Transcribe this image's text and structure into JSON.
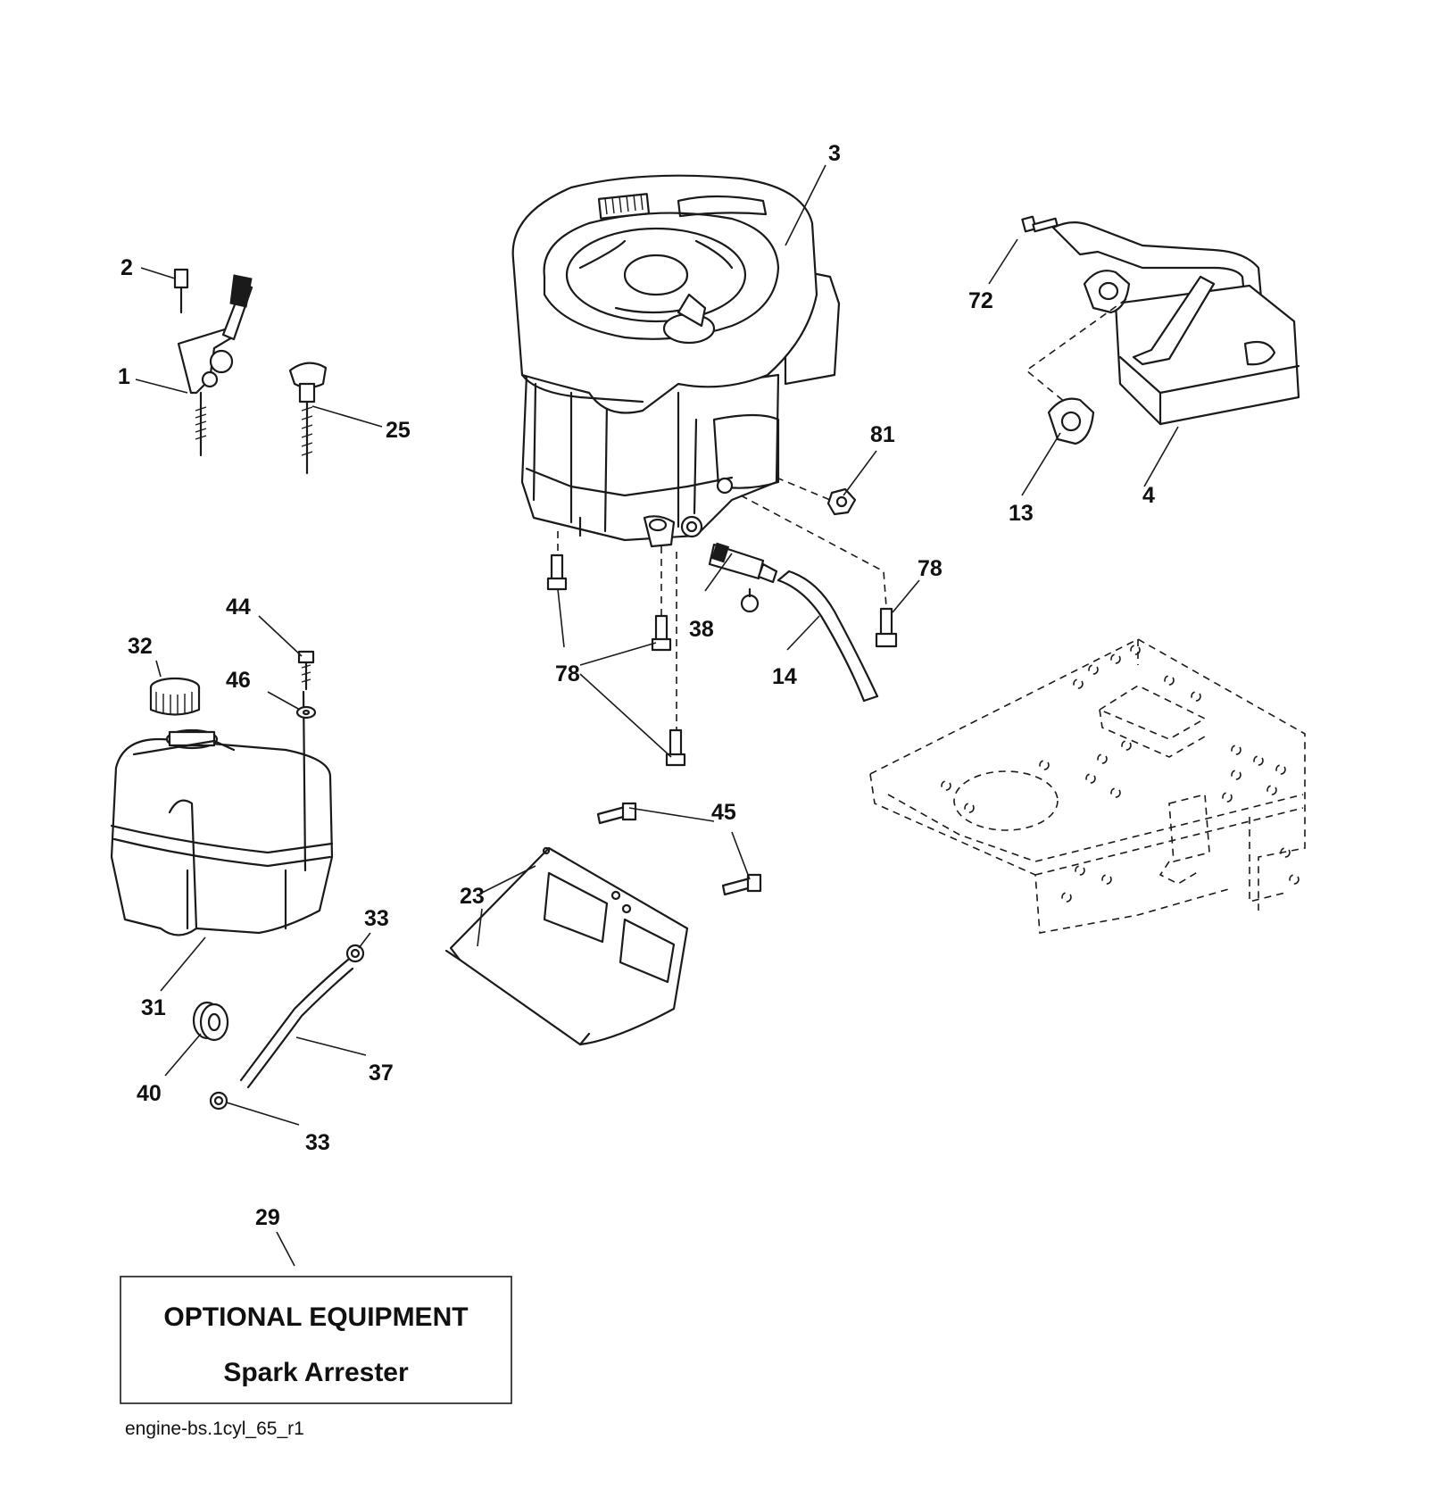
{
  "callouts": {
    "c3": "3",
    "c72": "72",
    "c2": "2",
    "c1": "1",
    "c25": "25",
    "c81": "81",
    "c13": "13",
    "c4": "4",
    "c78a": "78",
    "c38": "38",
    "c14": "14",
    "c78b": "78",
    "c44": "44",
    "c32": "32",
    "c46": "46",
    "c45": "45",
    "c23": "23",
    "c33a": "33",
    "c31": "31",
    "c37": "37",
    "c40": "40",
    "c33b": "33",
    "c29": "29"
  },
  "optional_box": {
    "title": "OPTIONAL EQUIPMENT",
    "item": "Spark Arrester"
  },
  "footer_id": "engine-bs.1cyl_65_r1"
}
